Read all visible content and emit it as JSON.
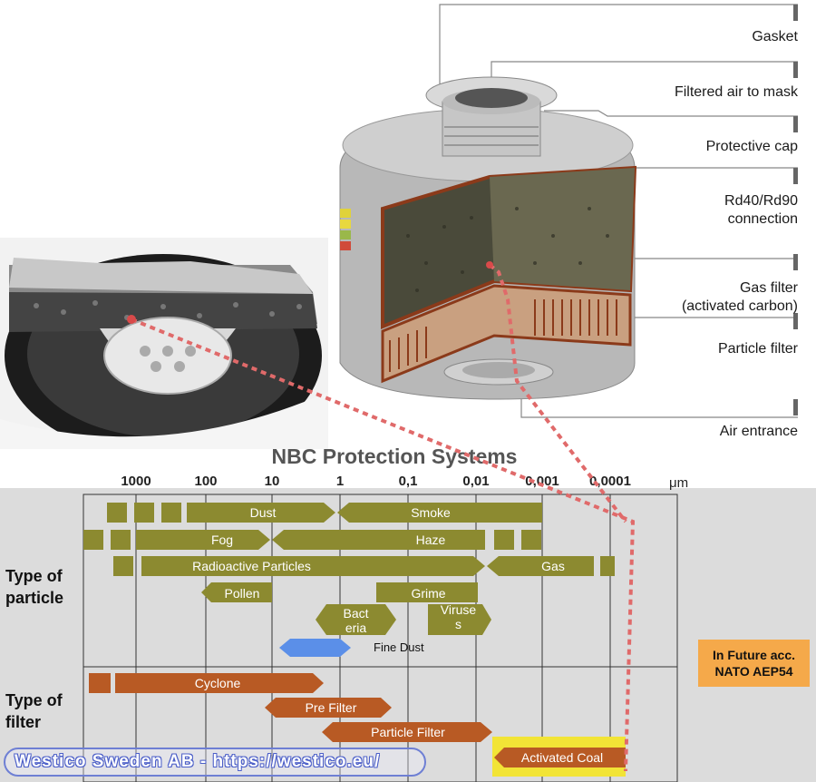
{
  "chart_title": "NBC Protection Systems",
  "unit": "μm",
  "scale": [
    "1000",
    "100",
    "10",
    "1",
    "0,1",
    "0,01",
    "0,001",
    "0,0001"
  ],
  "callouts": [
    {
      "key": "gasket",
      "text": "Gasket"
    },
    {
      "key": "filtered-air",
      "text": "Filtered air to mask"
    },
    {
      "key": "protective-cap",
      "text": "Protective cap"
    },
    {
      "key": "rd-connection",
      "text": "Rd40/Rd90\nconnection"
    },
    {
      "key": "gas-filter",
      "text": "Gas filter\n(activated carbon)"
    },
    {
      "key": "particle-filter",
      "text": "Particle filter"
    },
    {
      "key": "air-entrance",
      "text": "Air entrance"
    }
  ],
  "rows": {
    "particle": "Type of\nparticle",
    "filter": "Type of\nfilter"
  },
  "particles": [
    {
      "key": "dust",
      "label": "Dust"
    },
    {
      "key": "smoke",
      "label": "Smoke"
    },
    {
      "key": "fog",
      "label": "Fog"
    },
    {
      "key": "haze",
      "label": "Haze"
    },
    {
      "key": "radioactive",
      "label": "Radioactive Particles"
    },
    {
      "key": "gas",
      "label": "Gas"
    },
    {
      "key": "pollen",
      "label": "Pollen"
    },
    {
      "key": "grime",
      "label": "Grime"
    },
    {
      "key": "bacteria",
      "label": "Bact\neria"
    },
    {
      "key": "viruses",
      "label": "Viruse\ns"
    },
    {
      "key": "fine-dust",
      "label": "Fine Dust"
    }
  ],
  "filters": [
    {
      "key": "cyclone",
      "label": "Cyclone"
    },
    {
      "key": "pre-filter",
      "label": "Pre Filter"
    },
    {
      "key": "particle-filter",
      "label": "Particle Filter"
    },
    {
      "key": "activated-coal",
      "label": "Activated Coal"
    }
  ],
  "future_note": "In Future acc.\nNATO AEP54",
  "watermark": "Westico Sweden AB - https://westico.eu/",
  "colors": {
    "particle": "#8c8a30",
    "filter": "#b85a24",
    "fine_dust": "#5b8fe8",
    "coal_highlight": "#f2e436",
    "future_box": "#f5a94a",
    "leader_dashes": "#e06a6a",
    "chart_bg": "#dcdcdc"
  }
}
